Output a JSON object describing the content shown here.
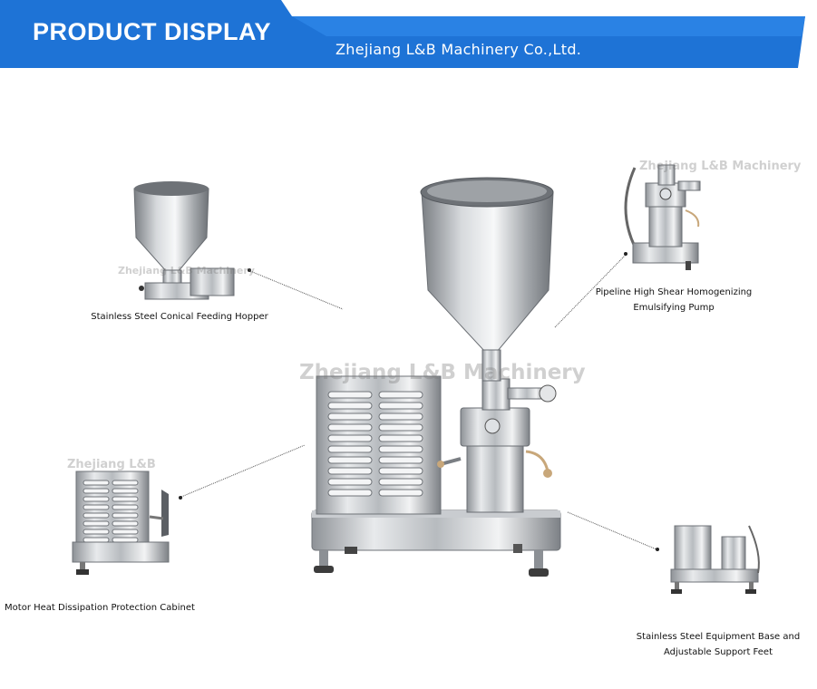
{
  "banner": {
    "title": "PRODUCT DISPLAY",
    "company": "Zhejiang L&B Machinery Co.,Ltd.",
    "color": "#1e73d6"
  },
  "watermarks": {
    "main": "Zhejiang L&B Machinery",
    "hopper": "Zhejiang L&B Machinery",
    "pump": "Zhejiang L&B Machinery",
    "cabinet": "Zhejiang L&B"
  },
  "captions": {
    "hopper": "Stainless Steel Conical Feeding Hopper",
    "pump": [
      "Pipeline High Shear Homogenizing",
      "Emulsifying Pump"
    ],
    "cabinet": "Motor Heat Dissipation Protection Cabinet",
    "base": [
      "Stainless Steel Equipment Base and",
      "Adjustable Support Feet"
    ]
  }
}
